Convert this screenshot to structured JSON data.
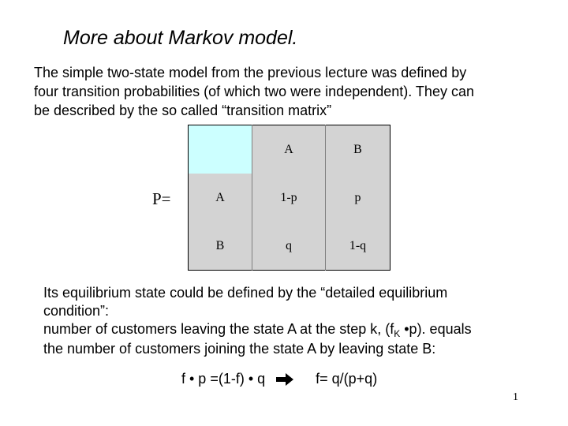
{
  "title": "More about Markov model.",
  "intro": {
    "line1": "The simple two-state model from the previous lecture was defined by",
    "line2": "four transition probabilities (of which two were independent). They can",
    "line3": "be described by the so called “transition matrix”"
  },
  "matrix": {
    "label": "P=",
    "corner_color": "#ccffff",
    "cell_color": "#d3d3d3",
    "column_headers": [
      "A",
      "B"
    ],
    "rows": [
      {
        "state": "A",
        "cells": [
          "1-p",
          "p"
        ]
      },
      {
        "state": "B",
        "cells": [
          "q",
          "1-q"
        ]
      }
    ]
  },
  "body": {
    "line1": "Its equilibrium state could be defined by the “detailed equilibrium",
    "line2": "condition”:",
    "line3_prefix": "number of customers leaving the state A at the step k, (f",
    "line3_sub": "K",
    "line3_suffix": " •p). equals",
    "line4": "the number of customers joining the state A by leaving state B:"
  },
  "formula": {
    "left": "f • p =(1-f) • q",
    "arrow_icon": "right-arrow-icon",
    "right": "f= q/(p+q)"
  },
  "page_number": "1"
}
